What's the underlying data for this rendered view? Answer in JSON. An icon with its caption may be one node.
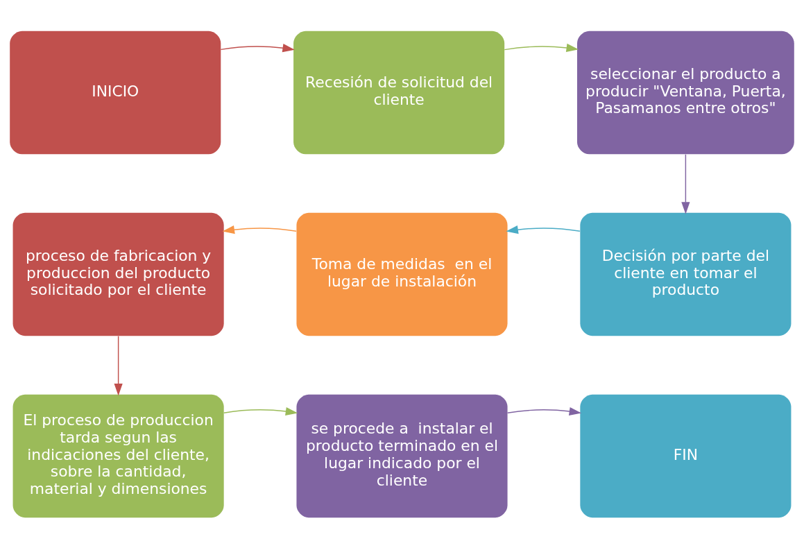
{
  "diagram": {
    "nodes": [
      {
        "text": [
          "INICIO"
        ]
      },
      {
        "text": [
          "Recesión de solicitud del cliente"
        ]
      },
      {
        "text": [
          "seleccionar el producto a producir \"Ventana, Puerta, Pasamanos entre otros\""
        ]
      },
      {
        "text": [
          "proceso de fabricacion y produccion del producto solicitado por el cliente"
        ]
      },
      {
        "text": [
          "Toma de medidas  en el lugar de instalación"
        ]
      },
      {
        "text": [
          "Decisión por parte del cliente en tomar el producto"
        ]
      },
      {
        "text": [
          "El proceso de produccion tarda segun las indicaciones del cliente, sobre la cantidad, material y dimensiones"
        ]
      },
      {
        "text": [
          "se procede a  instalar el producto terminado en el lugar indicado por el cliente"
        ]
      },
      {
        "text": [
          "FIN"
        ]
      }
    ],
    "edges": [
      {
        "from": 0,
        "to": 1,
        "arrow": "to",
        "color": "#c0504d"
      },
      {
        "from": 1,
        "to": 2,
        "arrow": "to",
        "color": "#9bbb59"
      },
      {
        "from": 2,
        "to": 5,
        "arrow": "to",
        "color": "#8064a2"
      },
      {
        "from": 5,
        "to": 4,
        "arrow": "to",
        "color": "#4bacc6"
      },
      {
        "from": 4,
        "to": 3,
        "arrow": "to",
        "color": "#f79646"
      },
      {
        "from": 3,
        "to": 6,
        "arrow": "to",
        "color": "#c0504d"
      },
      {
        "from": 6,
        "to": 7,
        "arrow": "to",
        "color": "#9bbb59"
      },
      {
        "from": 7,
        "to": 8,
        "arrow": "to",
        "color": "#8064a2"
      }
    ]
  }
}
